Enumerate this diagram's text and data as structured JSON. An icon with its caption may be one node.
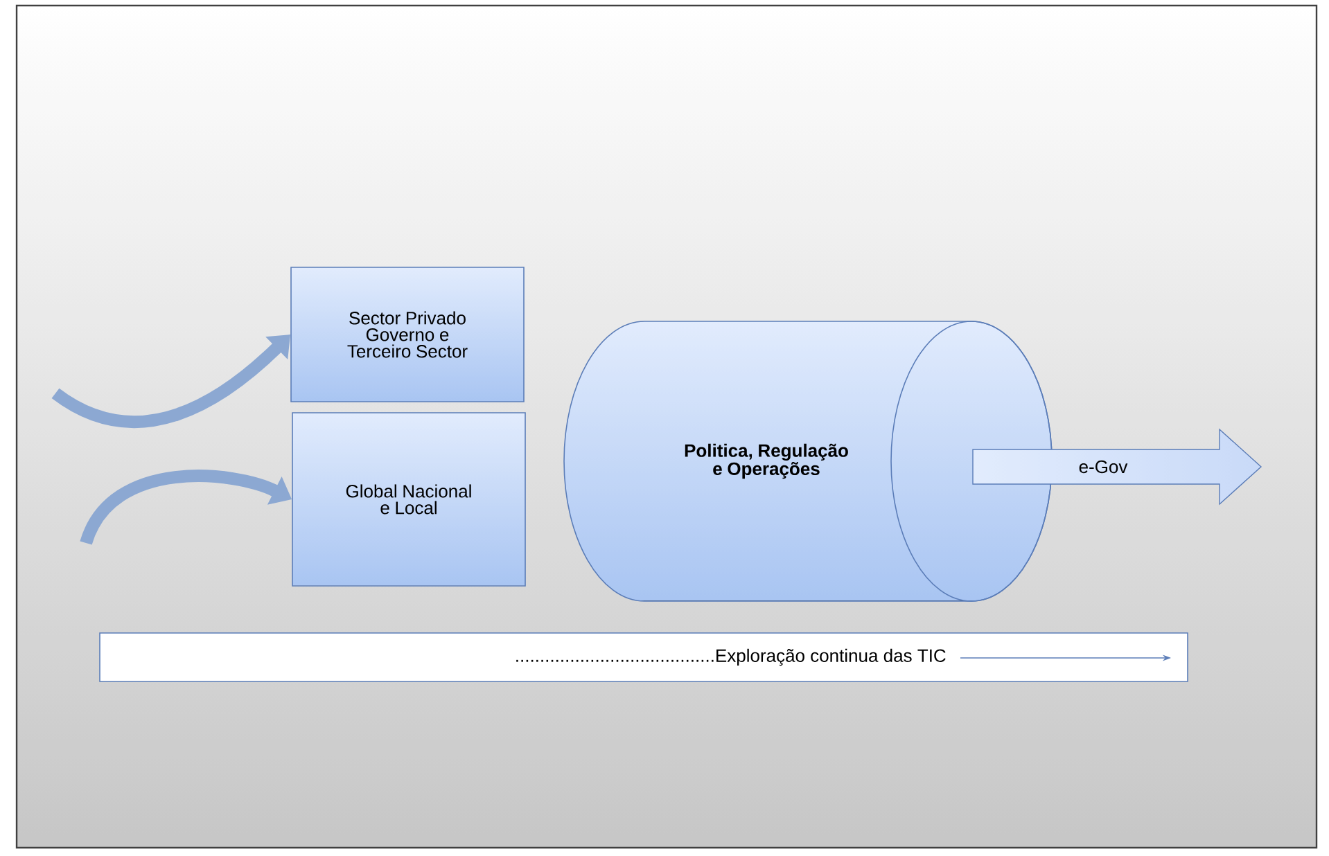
{
  "diagram": {
    "nodes": [
      {
        "text": [
          "Sector Privado Governo e Terceiro Sector"
        ]
      },
      {
        "text": [
          "Global Nacional e Local"
        ]
      },
      {
        "text": [
          "Politica, Regulação e Operações"
        ]
      },
      {
        "text": [
          "e-Gov"
        ]
      },
      {
        "text": [
          "........................................Exploração continua das TIC"
        ]
      }
    ],
    "edges": [
      {
        "from": null,
        "to": 0,
        "arrow": "to"
      },
      {
        "from": null,
        "to": 1,
        "arrow": "to"
      }
    ]
  }
}
